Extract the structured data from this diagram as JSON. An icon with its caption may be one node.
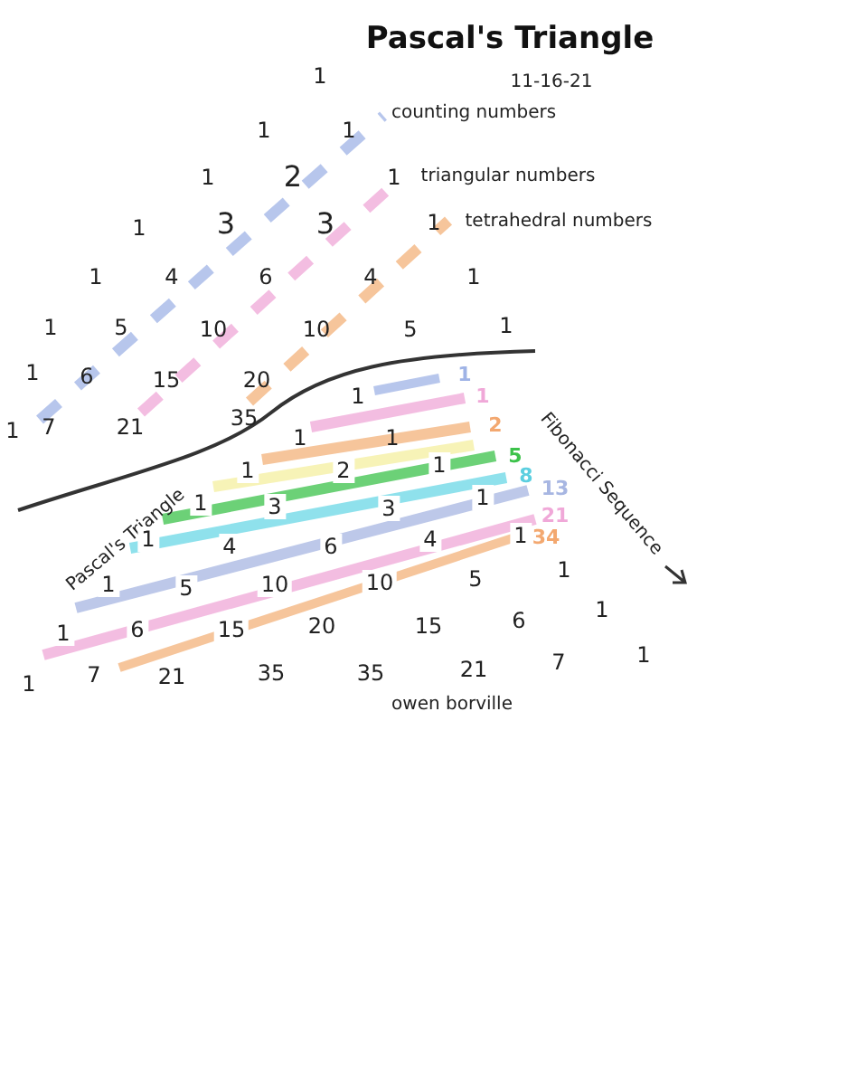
{
  "diagram": {
    "title": "Pascal's Triangle",
    "labels": [
      "1",
      "11-16-21",
      "1",
      "1",
      "counting numbers",
      "1",
      "2",
      "1",
      "triangular numbers",
      "1",
      "3",
      "3",
      "1",
      "tetrahedral numbers",
      "1",
      "4",
      "6",
      "4",
      "1",
      "1",
      "5",
      "10",
      "10",
      "5",
      "1",
      "1",
      "6",
      "15",
      "20",
      "1",
      "7",
      "21",
      "35",
      "1",
      "1",
      "1",
      "1",
      "1",
      "1",
      "2",
      "1",
      "2",
      "Fibonacci Sequence",
      "5",
      "1",
      "3",
      "3",
      "1",
      "8",
      "13",
      "Pascal's Triangle",
      "1",
      "4",
      "6",
      "4",
      "1",
      "21",
      "34",
      "1",
      "5",
      "10",
      "10",
      "5",
      "1",
      "1",
      "6",
      "15",
      "20",
      "15",
      "6",
      "1",
      "1",
      "7",
      "21",
      "35",
      "35",
      "21",
      "7",
      "1",
      "owen borville"
    ]
  }
}
